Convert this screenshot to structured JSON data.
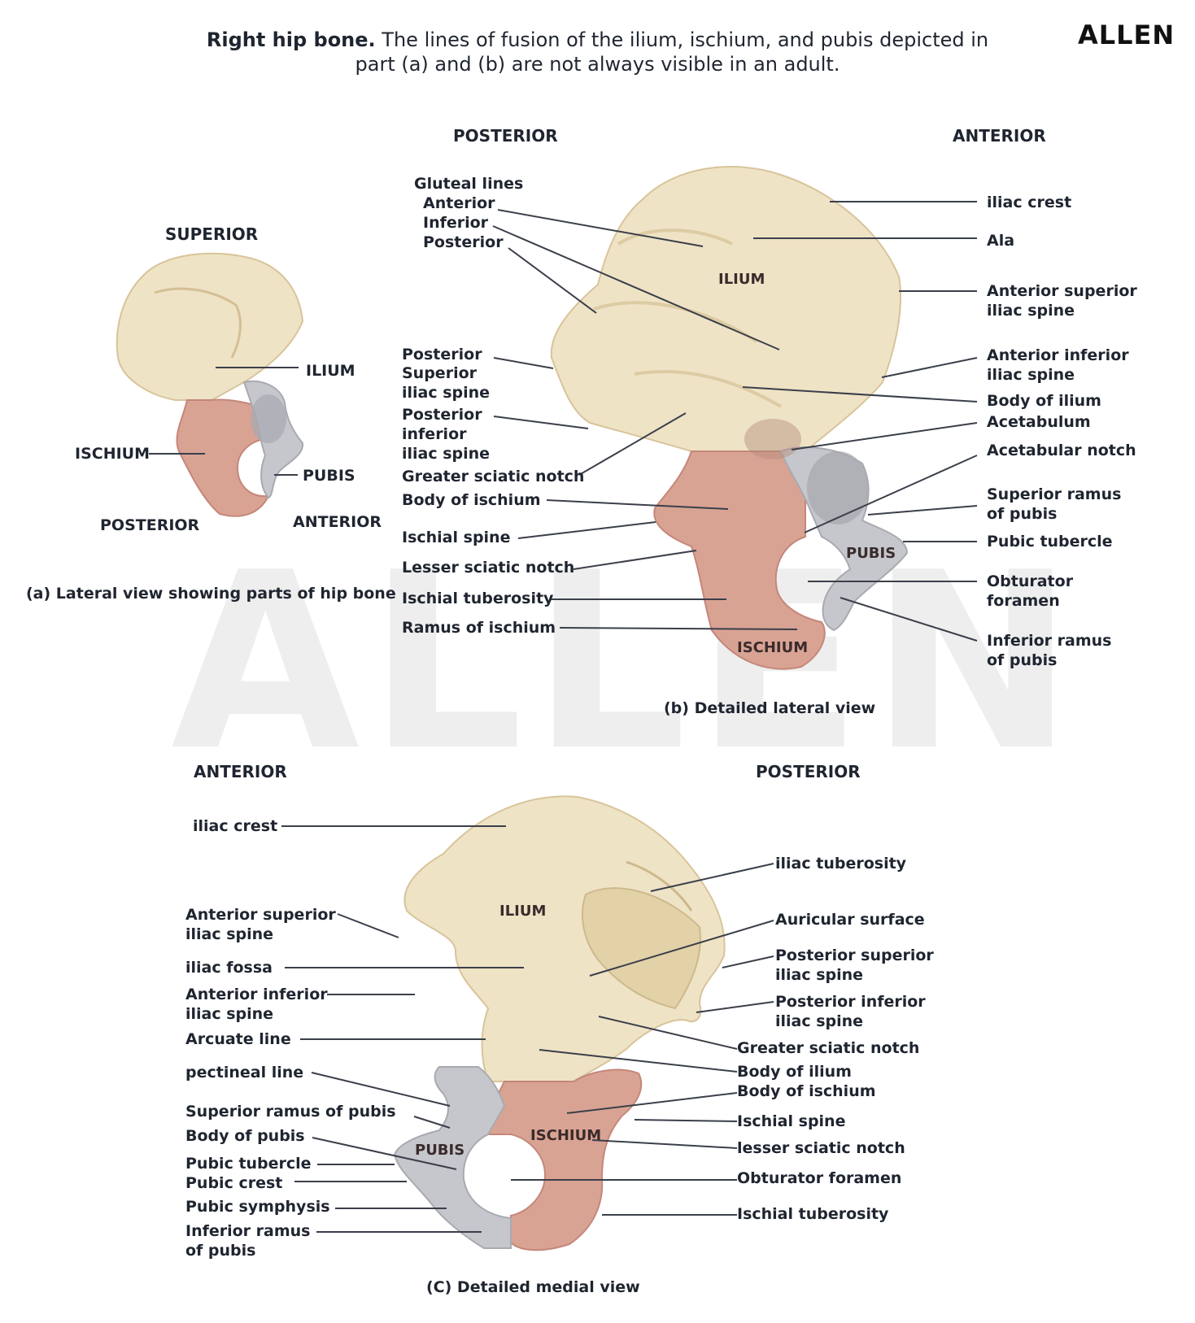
{
  "caption": {
    "bold": "Right hip bone.",
    "line1": "The lines of fusion of the ilium,  ischium, and pubis depicted in",
    "line2": "part (a) and (b) are not always visible in an adult."
  },
  "brand": "ALLEN",
  "watermark": "ALLEN",
  "panel_a": {
    "dir_superior": "SUPERIOR",
    "dir_posterior": "POSTERIOR",
    "dir_anterior": "ANTERIOR",
    "ilium": "ILIUM",
    "ischium": "ISCHIUM",
    "pubis": "PUBIS",
    "caption": "(a) Lateral view showing parts of hip bone"
  },
  "panel_b": {
    "dir_posterior": "POSTERIOR",
    "dir_anterior": "ANTERIOR",
    "bone_ilium": "ILIUM",
    "bone_pubis": "PUBIS",
    "bone_ischium": "ISCHIUM",
    "caption": "(b) Detailed lateral view",
    "left_labels": {
      "gluteal_lines": "Gluteal lines",
      "anterior": "Anterior",
      "inferior": "Inferior",
      "posterior": "Posterior",
      "psis_1": "Posterior",
      "psis_2": "Superior",
      "psis_3": "iliac spine",
      "piis_1": "Posterior",
      "piis_2": "inferior",
      "piis_3": "iliac spine",
      "greater_sciatic": "Greater sciatic notch",
      "body_ischium": "Body of ischium",
      "ischial_spine": "Ischial spine",
      "lesser_sciatic": "Lesser sciatic notch",
      "ischial_tuberosity": "Ischial tuberosity",
      "ramus_ischium": "Ramus of ischium"
    },
    "right_labels": {
      "iliac_crest": "iliac crest",
      "ala": "Ala",
      "asis_1": "Anterior superior",
      "asis_2": "iliac spine",
      "aiis_1": "Anterior inferior",
      "aiis_2": "iliac spine",
      "body_ilium": "Body of ilium",
      "acetabulum": "Acetabulum",
      "acetabular_notch": "Acetabular notch",
      "sup_ramus_1": "Superior ramus",
      "sup_ramus_2": "of pubis",
      "pubic_tubercle": "Pubic tubercle",
      "obturator_1": "Obturator",
      "obturator_2": "foramen",
      "inf_ramus_1": "Inferior ramus",
      "inf_ramus_2": "of pubis"
    }
  },
  "panel_c": {
    "dir_anterior": "ANTERIOR",
    "dir_posterior": "POSTERIOR",
    "bone_ilium": "ILIUM",
    "bone_ischium": "ISCHIUM",
    "bone_pubis": "PUBIS",
    "caption": "(C) Detailed medial view",
    "left_labels": {
      "iliac_crest": "iliac crest",
      "asis_1": "Anterior superior",
      "asis_2": "iliac spine",
      "iliac_fossa": "iliac fossa",
      "aiis_1": "Anterior inferior",
      "aiis_2": "iliac spine",
      "arcuate_line": "Arcuate line",
      "pectineal_line": "pectineal line",
      "sup_ramus": "Superior ramus of pubis",
      "body_pubis": "Body of pubis",
      "pubic_tubercle": "Pubic tubercle",
      "pubic_crest": "Pubic crest",
      "pubic_symphysis": "Pubic symphysis",
      "inf_ramus_1": "Inferior ramus",
      "inf_ramus_2": "of pubis"
    },
    "right_labels": {
      "iliac_tuberosity": "iliac tuberosity",
      "auricular_surface": "Auricular surface",
      "psis_1": "Posterior superior",
      "psis_2": "iliac spine",
      "piis_1": "Posterior inferior",
      "piis_2": "iliac spine",
      "greater_sciatic": "Greater sciatic notch",
      "body_ilium": "Body of ilium",
      "body_ischium": "Body of ischium",
      "ischial_spine": "Ischial spine",
      "lesser_sciatic": "lesser sciatic notch",
      "obturator": "Obturator foramen",
      "ischial_tuberosity": "Ischial tuberosity"
    }
  },
  "colors": {
    "ilium": "#efe3c6",
    "ilium_shade": "#dcc9a0",
    "ischium": "#d9a394",
    "ischium_shade": "#c4877a",
    "pubis": "#c5c7cc",
    "pubis_shade": "#a8aab0",
    "line": "#3a3f4a"
  }
}
